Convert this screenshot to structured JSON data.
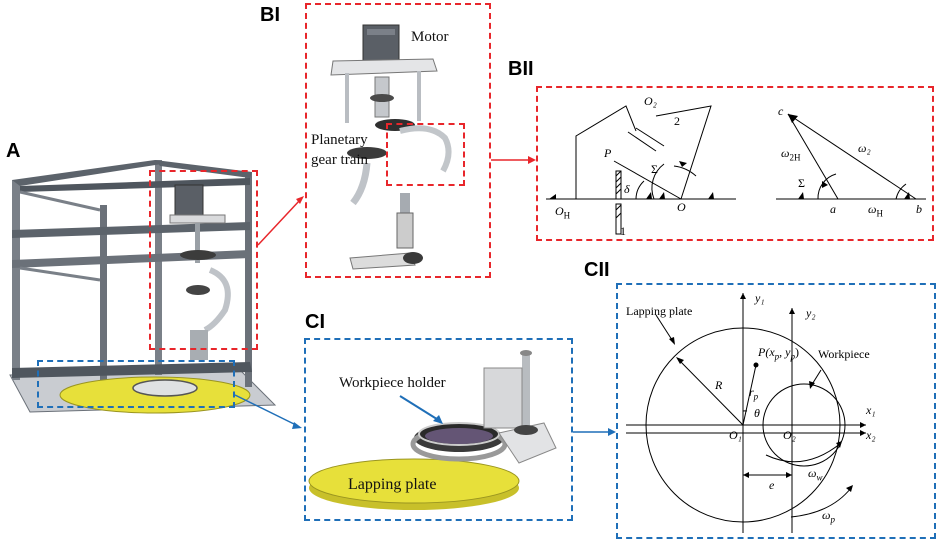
{
  "panels": {
    "A": "A",
    "BI": "BI",
    "BII": "BII",
    "CI": "CI",
    "CII": "CII"
  },
  "bi": {
    "motor": "Motor",
    "planetary_line1": "Planetary",
    "planetary_line2": "gear train"
  },
  "bii": {
    "O2": "O₂",
    "num2": "2",
    "P": "P",
    "Sigma": "Σ",
    "delta": "δ",
    "OH": "O",
    "OH_sub": "H",
    "O": "O",
    "num1": "1",
    "c": "c",
    "omega2H": "ω",
    "omega2H_sub": "2H",
    "omega2": "ω₂",
    "Sigma2": "Σ",
    "a": "a",
    "omegaH": "ω",
    "omegaH_sub": "H",
    "b": "b"
  },
  "ci": {
    "workpiece_holder": "Workpiece holder",
    "lapping_plate": "Lapping plate"
  },
  "cii": {
    "lapping_plate": "Lapping plate",
    "workpiece": "Workpiece",
    "y1": "y₁",
    "y2": "y₂",
    "P_label": "P(x",
    "P_sub_p": "p",
    "P_comma": ", y",
    "P_close": ")",
    "R": "R",
    "rp": "r",
    "rp_sub": "p",
    "theta": "θ",
    "x1": "x₁",
    "x2": "x₂",
    "O1": "O₁",
    "O2": "O₂",
    "e": "e",
    "omega_w": "ω",
    "omega_w_sub": "w",
    "omega_p": "ω",
    "omega_p_sub": "p"
  },
  "colors": {
    "red_dash": "#e8262b",
    "blue_dash": "#1f6fb8",
    "lapping_plate": "#e7e03a",
    "frame_steel": "#6b7179",
    "arrow_red": "#e8262b",
    "arrow_blue": "#1f6fb8"
  }
}
